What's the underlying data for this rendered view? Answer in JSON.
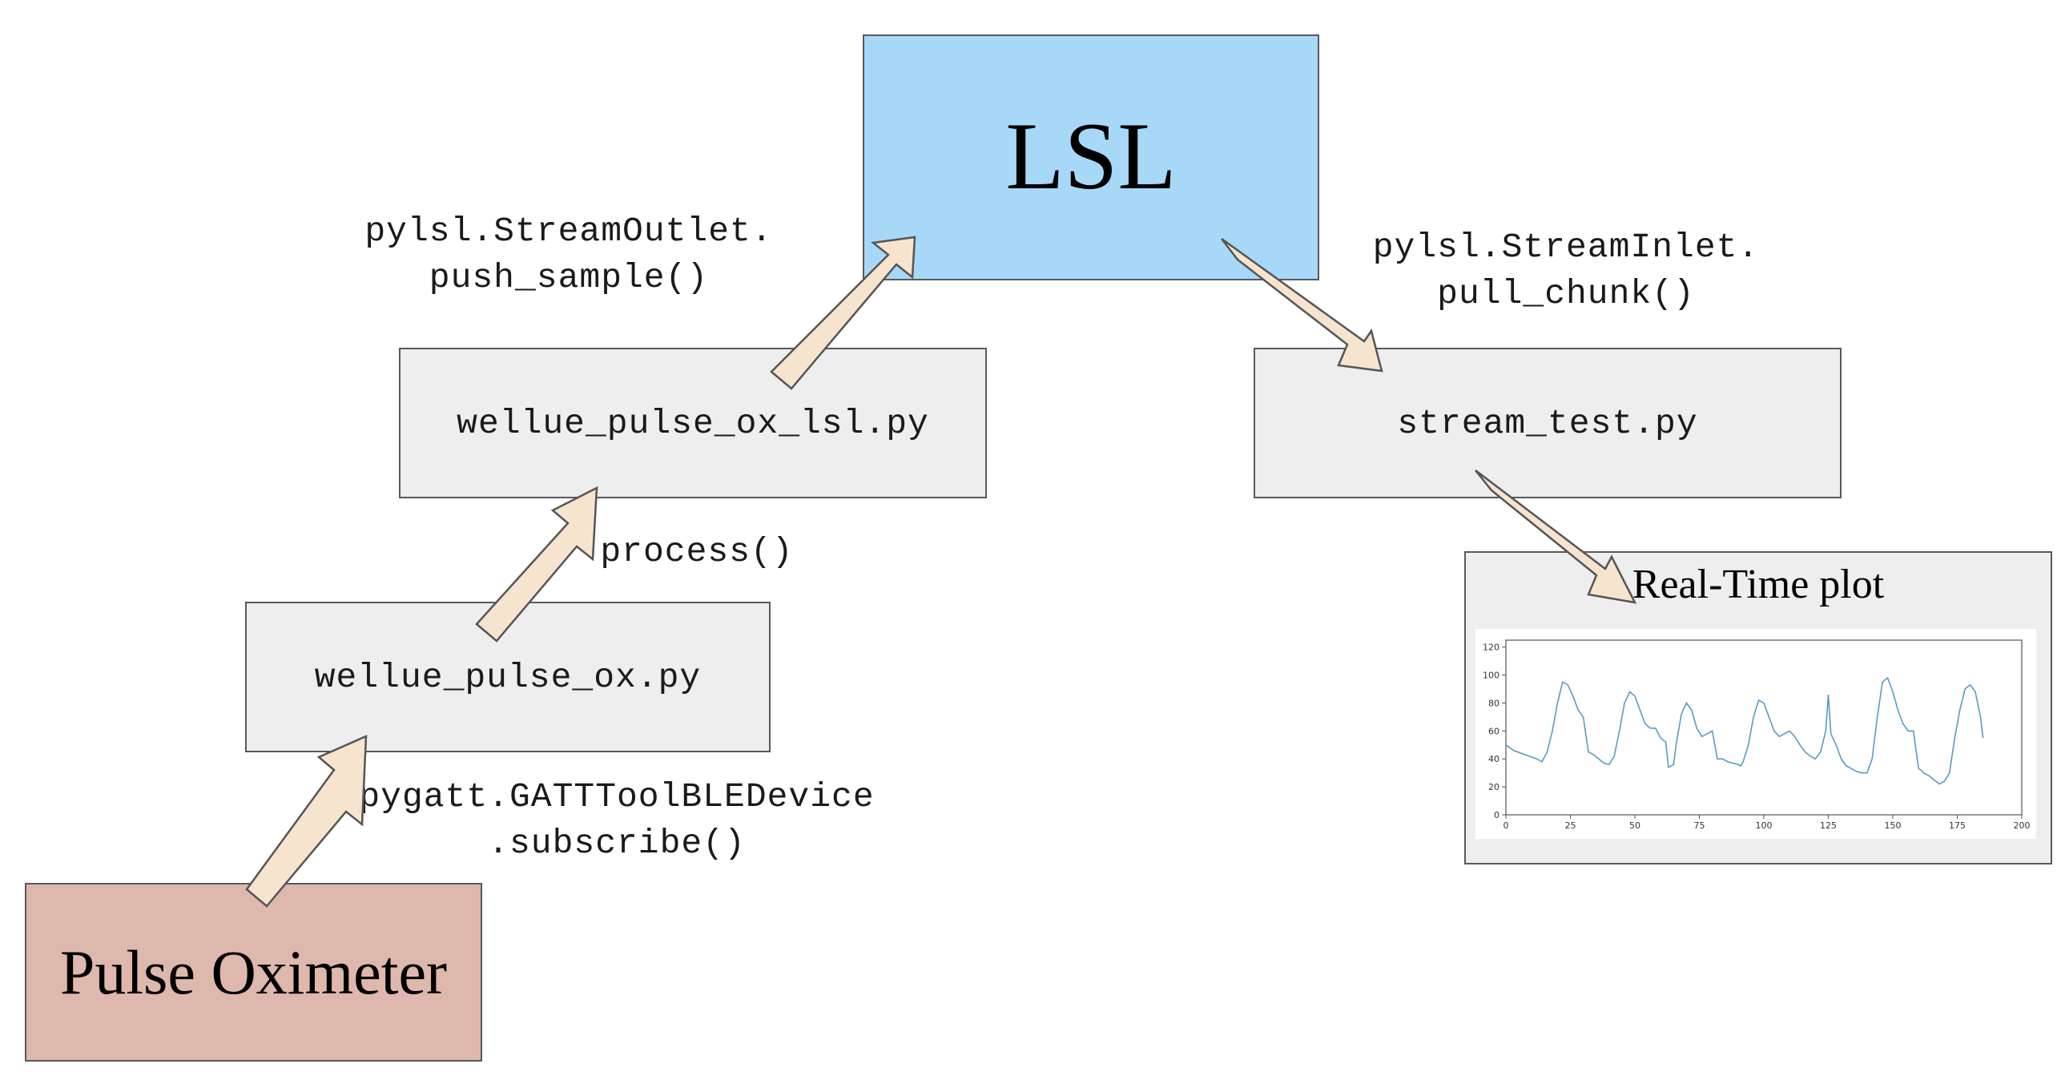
{
  "nodes": {
    "lsl": "LSL",
    "pulse_oximeter": "Pulse Oximeter",
    "wellue_pulse_ox": "wellue_pulse_ox.py",
    "wellue_pulse_ox_lsl": "wellue_pulse_ox_lsl.py",
    "stream_test": "stream_test.py",
    "plot_title": "Real-Time plot"
  },
  "edge_labels": {
    "gatt": "pygatt.GATTToolBLEDevice\n.subscribe()",
    "process": "process()",
    "push": "pylsl.StreamOutlet.\npush_sample()",
    "pull": "pylsl.StreamInlet.\npull_chunk()"
  },
  "colors": {
    "lsl_fill": "#a8d8f8",
    "oximeter_fill": "#dfb8ad",
    "file_fill": "#eeeeee",
    "arrow_fill": "#f7e4cf",
    "plot_line": "#5b9bbf"
  },
  "chart_data": {
    "type": "line",
    "title": "",
    "xlabel": "",
    "ylabel": "",
    "xlim": [
      0,
      200
    ],
    "ylim": [
      0,
      125
    ],
    "xticks": [
      0,
      25,
      50,
      75,
      100,
      125,
      150,
      175,
      200
    ],
    "yticks": [
      0,
      20,
      40,
      60,
      80,
      100,
      120
    ],
    "grid": false,
    "series": [
      {
        "color": "#5b9bbf",
        "x": [
          0,
          3,
          6,
          9,
          12,
          14,
          16,
          18,
          20,
          22,
          24,
          26,
          28,
          30,
          32,
          34,
          36,
          38,
          40,
          42,
          44,
          46,
          48,
          50,
          52,
          54,
          56,
          58,
          60,
          62,
          63,
          65,
          66,
          68,
          70,
          72,
          74,
          76,
          78,
          80,
          82,
          84,
          86,
          88,
          90,
          91,
          92,
          94,
          96,
          98,
          100,
          102,
          104,
          106,
          108,
          110,
          112,
          114,
          116,
          118,
          120,
          122,
          124,
          125,
          126,
          128,
          129,
          130,
          132,
          134,
          136,
          138,
          140,
          142,
          144,
          146,
          148,
          150,
          152,
          154,
          156,
          158,
          160,
          161,
          162,
          164,
          166,
          168,
          170,
          172,
          174,
          176,
          178,
          180,
          182,
          184,
          185
        ],
        "y": [
          50,
          46,
          44,
          42,
          40,
          38,
          45,
          60,
          80,
          95,
          93,
          85,
          75,
          70,
          45,
          43,
          40,
          37,
          36,
          42,
          60,
          80,
          88,
          85,
          75,
          65,
          62,
          62,
          55,
          52,
          34,
          36,
          50,
          72,
          80,
          75,
          62,
          56,
          58,
          60,
          40,
          40,
          38,
          37,
          36,
          35,
          38,
          50,
          70,
          82,
          80,
          70,
          60,
          56,
          58,
          60,
          56,
          50,
          45,
          42,
          40,
          45,
          60,
          86,
          58,
          50,
          45,
          40,
          35,
          33,
          31,
          30,
          30,
          40,
          70,
          95,
          98,
          88,
          75,
          65,
          60,
          60,
          33,
          32,
          30,
          28,
          25,
          22,
          24,
          30,
          55,
          75,
          90,
          93,
          88,
          70,
          55
        ]
      }
    ]
  }
}
